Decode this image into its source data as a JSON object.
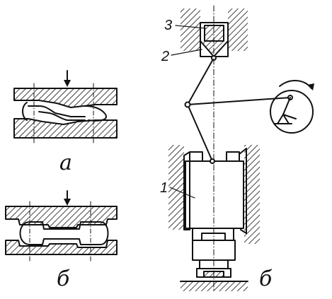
{
  "figure_a": {
    "caption": "а"
  },
  "figure_b": {
    "caption": "б"
  },
  "figure_c": {
    "caption": "б"
  },
  "callouts": {
    "one": "1",
    "two": "2",
    "three": "3"
  },
  "colors": {
    "ink": "#111111",
    "paper": "#ffffff"
  }
}
